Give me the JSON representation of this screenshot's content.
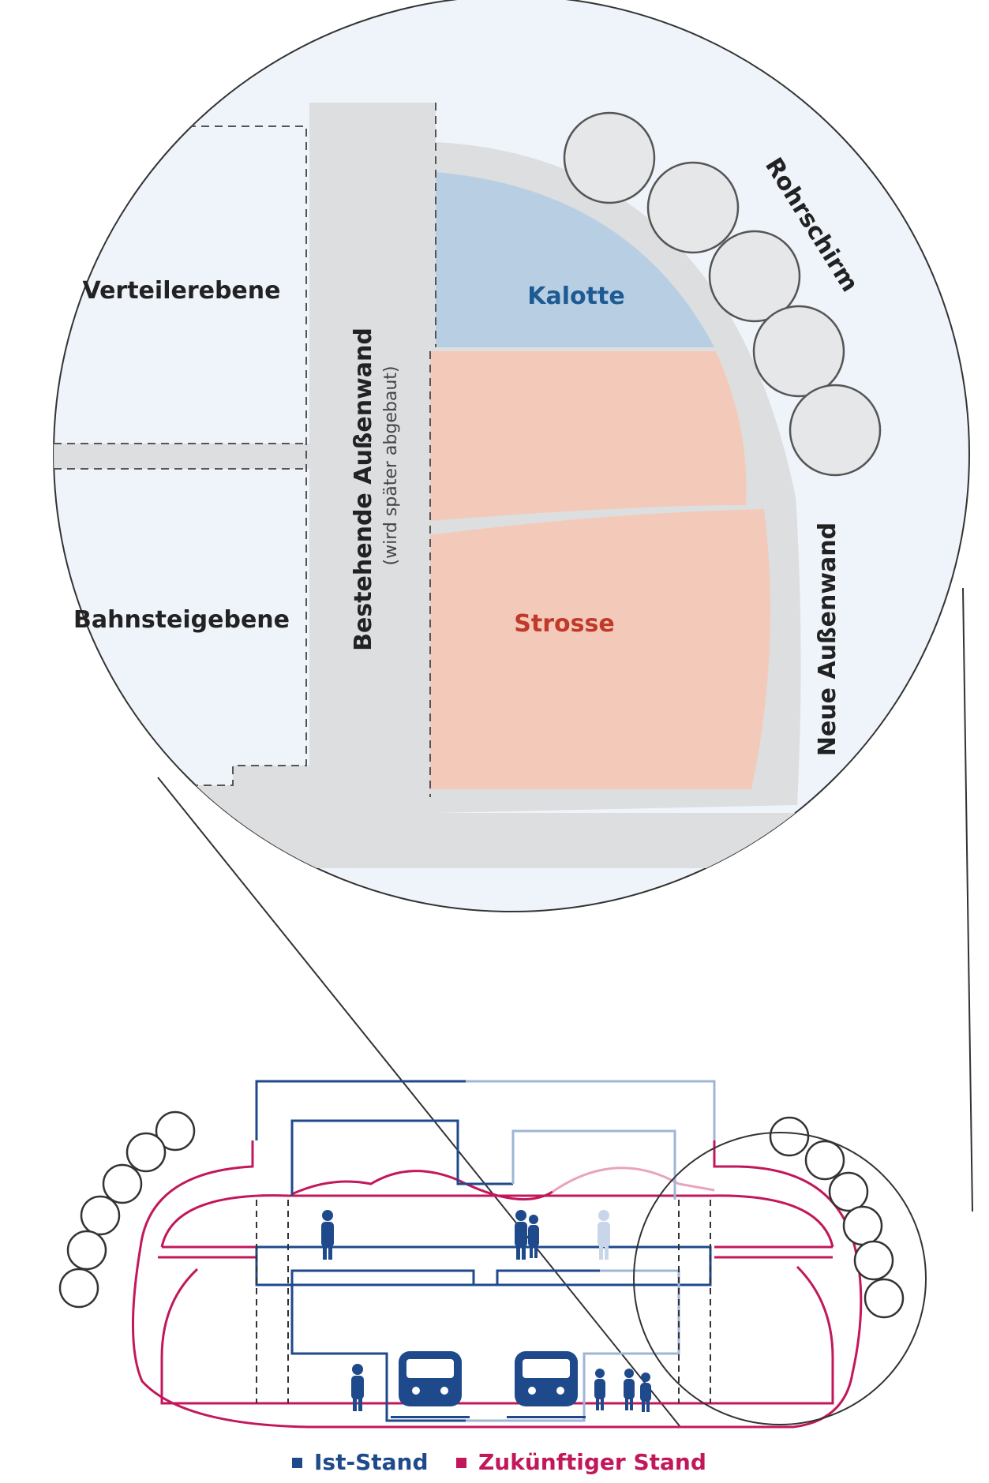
{
  "zoom_labels": {
    "upper_level": "Verteilerebene",
    "lower_level": "Bahnsteigebene",
    "existing_wall": "Bestehende Außenwand",
    "existing_wall_note": "(wird später abgebaut)",
    "crown": "Kalotte",
    "bench": "Strosse",
    "pipe_umbrella": "Rohrschirm",
    "new_wall": "Neue Außenwand"
  },
  "legend": [
    {
      "label": "Ist-Stand",
      "color": "#1e4a8c"
    },
    {
      "label": "Zukünftiger Stand",
      "color": "#c2185b"
    }
  ],
  "colors": {
    "blue": "#1e4a8c",
    "magenta": "#c2185b",
    "gray_fill": "#dcdee0",
    "circle_fill": "#eef4fa",
    "kalotte_fill": "#b8cfe3",
    "strosse_fill": "#f3cab9"
  }
}
